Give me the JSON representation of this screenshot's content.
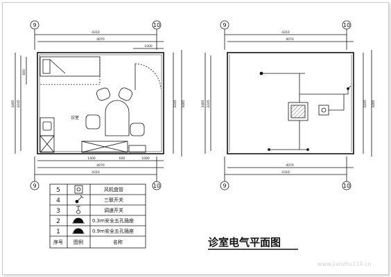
{
  "plan_title": "诊室电气平面图",
  "room_label": "诊室",
  "grid_left": "9",
  "grid_right": "10",
  "dimensions": {
    "overall_width": "4310",
    "inner_width": "4070",
    "door_offset": "1000",
    "overall_height": "3485",
    "inner_height": "3245",
    "bed_depth": "800",
    "bottom_seg_1": "1400",
    "bottom_seg_2": "600",
    "bottom_seg_3": "1000"
  },
  "legend": {
    "headers": {
      "no": "序号",
      "icon": "图例",
      "name": "名称"
    },
    "rows": [
      {
        "no": "5",
        "icon": "fan-coil-symbol",
        "name": "风机盘管"
      },
      {
        "no": "4",
        "icon": "triple-switch-symbol",
        "name": "三联开关"
      },
      {
        "no": "3",
        "icon": "dimmer-switch-symbol",
        "name": "调速开关"
      },
      {
        "no": "2",
        "icon": "socket-symbol",
        "name": "0.3m安全五孔插座"
      },
      {
        "no": "1",
        "icon": "socket-symbol",
        "name": "0.9m安全五孔插座"
      }
    ]
  },
  "watermark": "www.jianzhu114.cn"
}
